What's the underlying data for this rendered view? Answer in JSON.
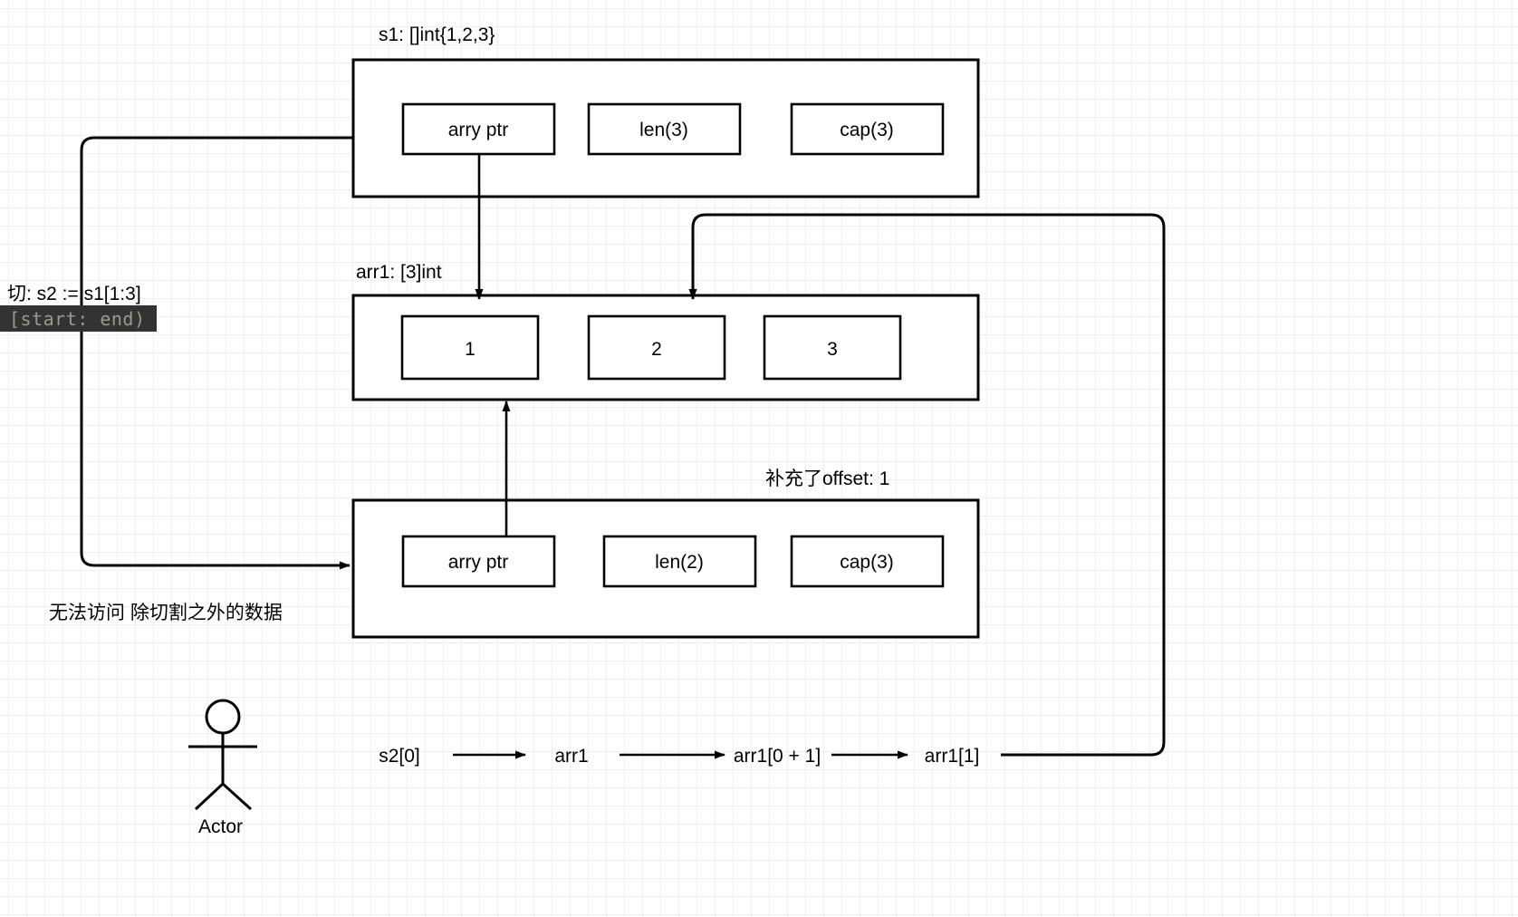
{
  "diagram": {
    "title_labels": {
      "s1": "s1: []int{1,2,3}",
      "arr1": "arr1: [3]int",
      "offset": "补充了offset: 1"
    },
    "slice_header_s1": {
      "name": "s1",
      "cells": [
        "arry ptr",
        "len(3)",
        "cap(3)"
      ]
    },
    "array_arr1": {
      "name": "arr1",
      "cells": [
        "1",
        "2",
        "3"
      ]
    },
    "slice_header_s2": {
      "name": "s2",
      "cells": [
        "arry ptr",
        "len(2)",
        "cap(3)"
      ]
    },
    "annotations": {
      "slice_expr": "切:  s2 := s1[1:3]",
      "range_chip": "[start: end)",
      "no_access": "无法访问 除切割之外的数据"
    },
    "index_chain": {
      "steps": [
        "s2[0]",
        "arr1",
        "arr1[0 + 1]",
        "arr1[1]"
      ],
      "arrow": "arrow-right"
    },
    "actor": {
      "label": "Actor",
      "icon": "stick-figure-icon"
    },
    "colors": {
      "stroke": "#000000",
      "box_fill": "#ffffff",
      "chip_bg": "#333333",
      "chip_fg": "#9a9a8c",
      "grid_minor": "#efefef",
      "grid_major": "#dcdcdc",
      "canvas_bg": "#ffffff"
    }
  }
}
